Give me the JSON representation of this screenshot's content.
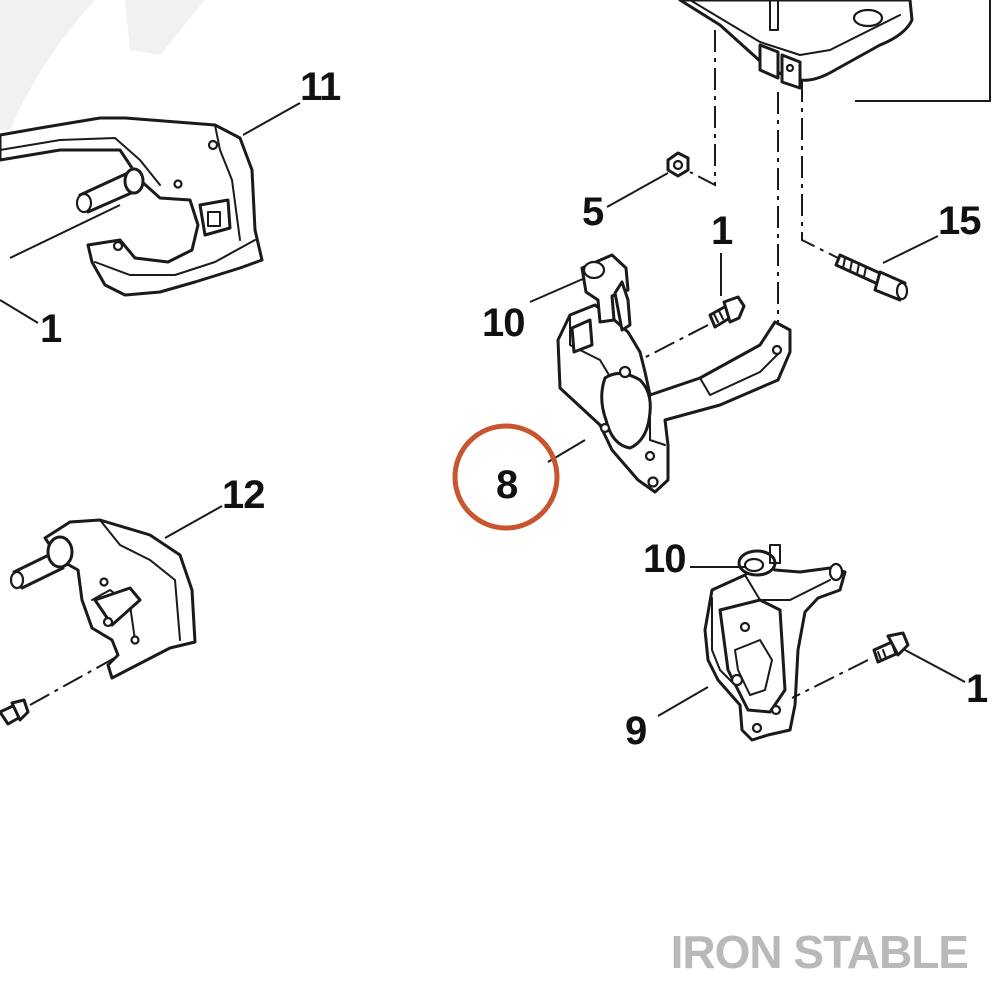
{
  "diagram": {
    "callouts": {
      "c11": "11",
      "c1_left": "1",
      "c5": "5",
      "c1_top": "1",
      "c15": "15",
      "c10_top": "10",
      "c8": "8",
      "c12": "12",
      "c10_bottom": "10",
      "c1_right": "1",
      "c9": "9"
    },
    "highlight": {
      "callout": "8",
      "color": "#c8552e"
    }
  },
  "watermark": {
    "text": "IRON STABLE",
    "color": "#b9b9b9"
  }
}
